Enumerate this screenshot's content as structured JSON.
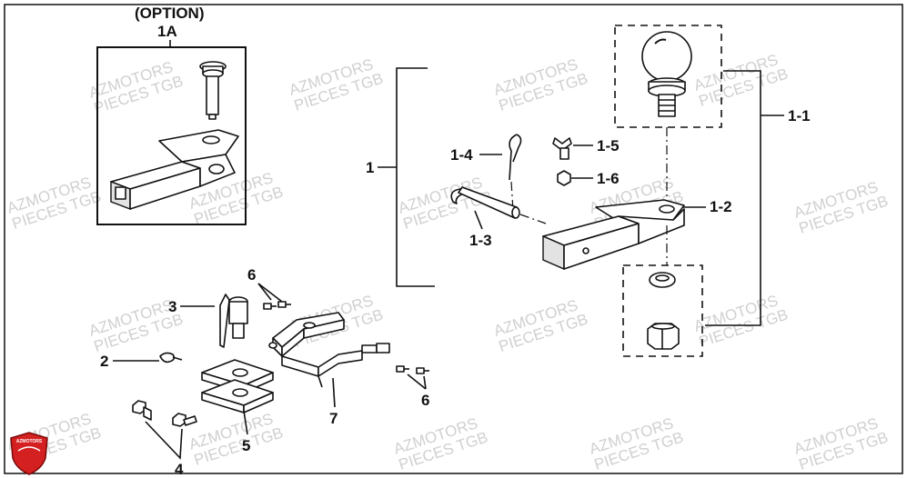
{
  "option": {
    "title": "(OPTION)",
    "code": "1A"
  },
  "callouts": {
    "c1": "1",
    "c1_1": "1-1",
    "c1_2": "1-2",
    "c1_3": "1-3",
    "c1_4": "1-4",
    "c1_5": "1-5",
    "c1_6": "1-6",
    "c2": "2",
    "c3": "3",
    "c4": "4",
    "c5": "5",
    "c6a": "6",
    "c6b": "6",
    "c7": "7"
  },
  "watermark": {
    "line1": "AZMOTORS",
    "line2": "PIECES TGB"
  },
  "logo": {
    "text": "AZMOTORS",
    "color": "#d42020"
  },
  "colors": {
    "ink": "#111111",
    "watermark": "#c8c8c8"
  }
}
